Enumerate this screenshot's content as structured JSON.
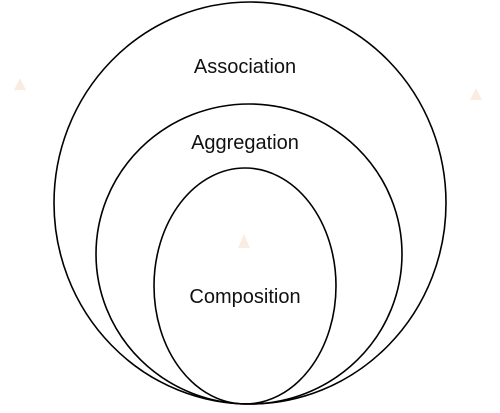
{
  "diagram": {
    "outer_label": "Association",
    "middle_label": "Aggregation",
    "inner_label": "Composition"
  },
  "colors": {
    "stroke": "#000000",
    "background": "#ffffff",
    "text": "#111111"
  }
}
